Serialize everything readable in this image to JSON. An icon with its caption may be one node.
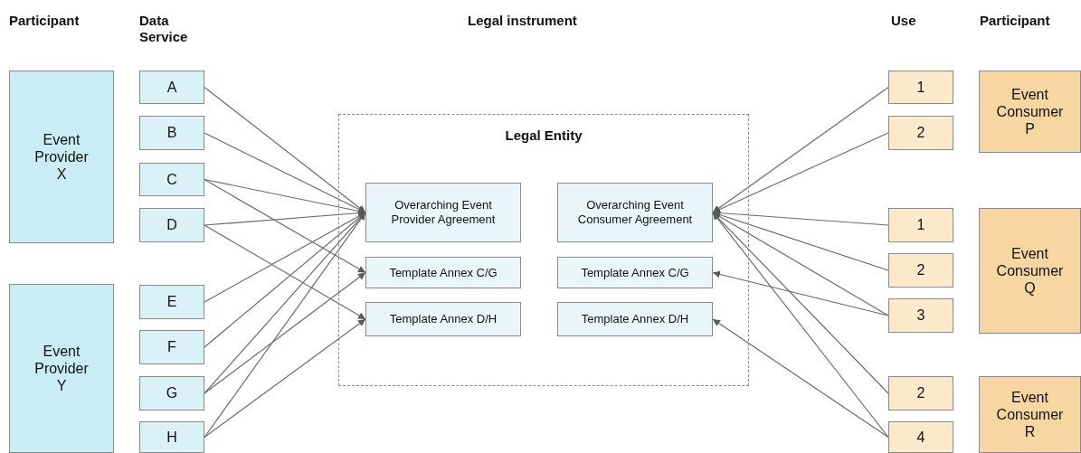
{
  "diagram": {
    "nodes": [
      {
        "text": [
          "Event Provider X"
        ]
      },
      {
        "text": [
          "Event Provider Y"
        ]
      },
      {
        "text": [
          "A"
        ]
      },
      {
        "text": [
          "B"
        ]
      },
      {
        "text": [
          "C"
        ]
      },
      {
        "text": [
          "D"
        ]
      },
      {
        "text": [
          "E"
        ]
      },
      {
        "text": [
          "F"
        ]
      },
      {
        "text": [
          "G"
        ]
      },
      {
        "text": [
          "H"
        ]
      },
      {
        "text": [
          "Legal Entity"
        ]
      },
      {
        "text": [
          "Overarching Event Provider Agreement"
        ],
        "in": 10
      },
      {
        "text": [
          "Overarching Event Consumer Agreement"
        ],
        "in": 10
      },
      {
        "text": [
          "Template Annex C/G"
        ],
        "in": 10
      },
      {
        "text": [
          "Template Annex C/G"
        ],
        "in": 10
      },
      {
        "text": [
          "Template Annex D/H"
        ],
        "in": 10
      },
      {
        "text": [
          "Template Annex D/H"
        ],
        "in": 10
      },
      {
        "text": [
          "1"
        ]
      },
      {
        "text": [
          "2"
        ]
      },
      {
        "text": [
          "1"
        ]
      },
      {
        "text": [
          "2"
        ]
      },
      {
        "text": [
          "3"
        ]
      },
      {
        "text": [
          "2"
        ]
      },
      {
        "text": [
          "4"
        ]
      },
      {
        "text": [
          "Event Consumer P"
        ]
      },
      {
        "text": [
          "Event Consumer Q"
        ]
      },
      {
        "text": [
          "Event Consumer R"
        ]
      }
    ],
    "edges": [
      {
        "from": 2,
        "to": 11,
        "arrow": "to"
      },
      {
        "from": 3,
        "to": 11,
        "arrow": "to"
      },
      {
        "from": 4,
        "to": 11,
        "arrow": "to"
      },
      {
        "from": 4,
        "to": 13,
        "arrow": "to"
      },
      {
        "from": 5,
        "to": 11,
        "arrow": "to"
      },
      {
        "from": 5,
        "to": 15,
        "arrow": "to"
      },
      {
        "from": 6,
        "to": 11,
        "arrow": "to"
      },
      {
        "from": 7,
        "to": 11,
        "arrow": "to"
      },
      {
        "from": 8,
        "to": 11,
        "arrow": "to"
      },
      {
        "from": 8,
        "to": 13,
        "arrow": "to"
      },
      {
        "from": 9,
        "to": 11,
        "arrow": "to"
      },
      {
        "from": 9,
        "to": 15,
        "arrow": "to"
      },
      {
        "from": 17,
        "to": 12,
        "arrow": "to"
      },
      {
        "from": 18,
        "to": 12,
        "arrow": "to"
      },
      {
        "from": 19,
        "to": 12,
        "arrow": "to"
      },
      {
        "from": 20,
        "to": 12,
        "arrow": "to"
      },
      {
        "from": 21,
        "to": 12,
        "arrow": "to"
      },
      {
        "from": 21,
        "to": 14,
        "arrow": "to"
      },
      {
        "from": 22,
        "to": 12,
        "arrow": "to"
      },
      {
        "from": 23,
        "to": 12,
        "arrow": "to"
      },
      {
        "from": 23,
        "to": 16,
        "arrow": "to"
      }
    ],
    "labels": [
      "Participant",
      "Data Service",
      "Legal instrument",
      "Use",
      "Participant"
    ]
  }
}
